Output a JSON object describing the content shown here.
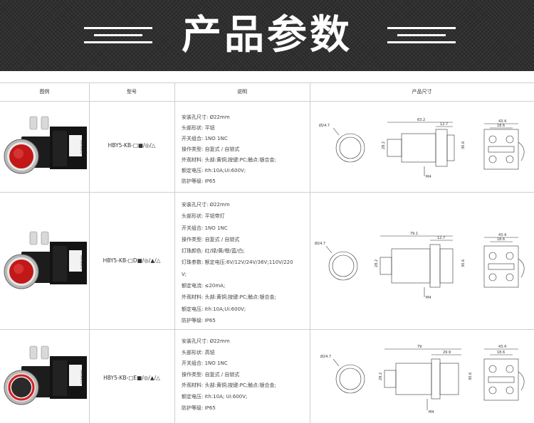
{
  "banner": {
    "title": "产品参数"
  },
  "table": {
    "headers": [
      "图例",
      "型号",
      "说明",
      "产品尺寸"
    ],
    "rows": [
      {
        "model": "HBY5-KB-□■/◎/△",
        "brand": "CUNYUAN",
        "specs": [
          "安装孔尺寸: Ø22mm",
          "头部形状: 平钮",
          "开关组合: 1NO 1NC",
          "操作类型: 自复式 / 自锁式",
          "外观材料: 头部:黄铜;按键:PC;触点:银合金;",
          "额定电压: Ith:10A;Ui:600V;",
          "防护等级: IP65"
        ],
        "dims": {
          "a": "63.2",
          "b": "12.7",
          "c": "Ø24.7",
          "d": "28.2",
          "e": "18.6",
          "f": "43.4",
          "g": "30.6",
          "h": "M4"
        }
      },
      {
        "model": "HBY5-KB-□D■/◎/▲/△",
        "brand": "CUNYUAN",
        "specs": [
          "安装孔尺寸: Ø22mm",
          "头部形状: 平钮带灯",
          "开关组合: 1NO 1NC",
          "操作类型: 自复式 / 自锁式",
          "灯珠颜色: 红/绿/黄/橙/蓝/白;",
          "灯珠参数: 额定电压:6V/12V/24V/36V;110V/220",
          "V;",
          "额定电流: ≤20mA;",
          "外观材料: 头部:黄铜;按键:PC;触点:银合金;",
          "额定电压: Ith:10A;Ui:600V;",
          "防护等级: IP65"
        ],
        "dims": {
          "a": "79.1",
          "b": "12.7",
          "c": "Ø24.7",
          "d": "28.2",
          "e": "18.6",
          "f": "43.4",
          "g": "30.6",
          "h": "M4"
        }
      },
      {
        "model": "HBY5-KB-□E■/◎/▲/△",
        "brand": "CUNYUAN",
        "specs": [
          "安装孔尺寸: Ø22mm",
          "头部形状: 高钮",
          "开关组合: 1NO 1NC",
          "操作类型: 自复式 / 自锁式",
          "外观材料: 头部:黄铜;按键:PC;触点:银合金;",
          "额定电压: Ith:10A;   Ui:600V;",
          "防护等级: IP65"
        ],
        "dims": {
          "a": "79",
          "b": "29.9",
          "c": "Ø24.7",
          "d": "28.2",
          "e": "18.6",
          "f": "43.4",
          "g": "30.6",
          "h": "M4"
        }
      }
    ]
  },
  "colors": {
    "banner_bg": "#2a2a2a",
    "lamp": "#d61f1f",
    "grid": "#cfcfcf"
  }
}
